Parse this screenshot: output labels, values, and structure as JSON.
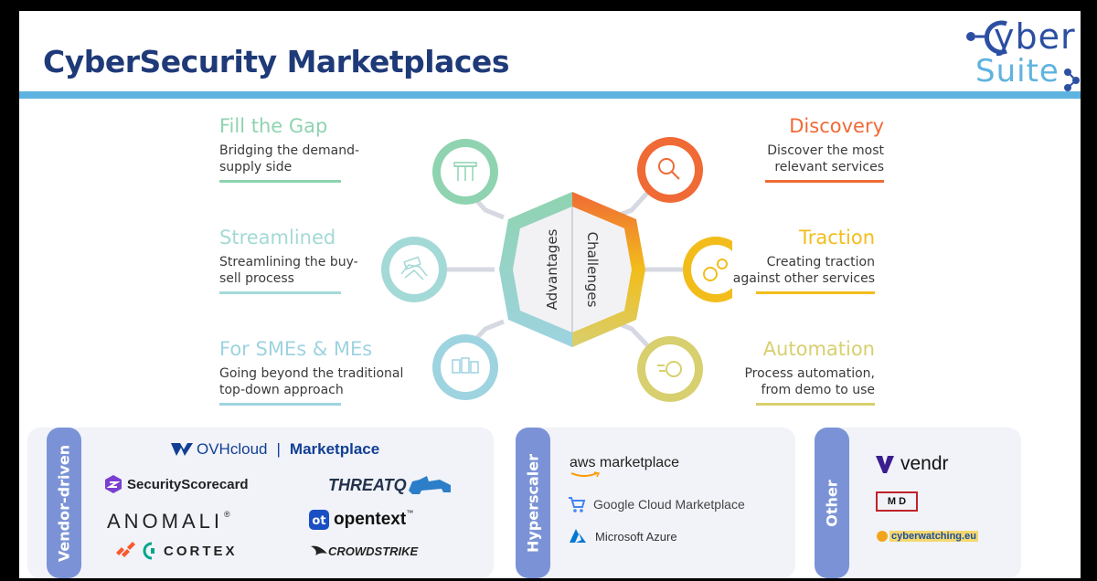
{
  "slide": {
    "title": "CyberSecurity Marketplaces",
    "logo": {
      "line1": "yber",
      "line2": "Suite",
      "mark1": "C",
      "mark2": "i"
    }
  },
  "colors": {
    "title": "#1f3a78",
    "accent_blue": "#5fb3e0",
    "green": "#8fd3b0",
    "teal": "#a3d9d6",
    "cyan": "#9ed3e0",
    "orange": "#f06a35",
    "yellow": "#f2bd1b",
    "olive": "#d8cf6e",
    "tab": "#7b93d6"
  },
  "hexagon": {
    "left_label": "Advantages",
    "right_label": "Challenges"
  },
  "advantages": [
    {
      "title": "Fill the Gap",
      "desc1": "Bridging the demand-",
      "desc2": "supply side",
      "icon": "network-icon"
    },
    {
      "title": "Streamlined",
      "desc1": "Streamlining the buy-",
      "desc2": "sell process",
      "icon": "handshake-icon"
    },
    {
      "title": "For SMEs & MEs",
      "desc1": "Going beyond the traditional",
      "desc2": "top-down approach",
      "icon": "buildings-icon"
    }
  ],
  "challenges": [
    {
      "title": "Discovery",
      "desc1": "Discover the most",
      "desc2": "relevant services",
      "icon": "magnifier-icon"
    },
    {
      "title": "Traction",
      "desc1": "Creating traction",
      "desc2": "against other services",
      "icon": "gears-icon"
    },
    {
      "title": "Automation",
      "desc1": "Process automation,",
      "desc2": "from demo to use",
      "icon": "speed-icon"
    }
  ],
  "panels": {
    "vendor": {
      "tab": "Vendor-driven",
      "ovh_name": "OVHcloud",
      "ovh_sep": "|",
      "ovh_market": "Marketplace",
      "securityscorecard": "SecurityScorecard",
      "threatq": "THREATQ",
      "anomali": "ANOMALI",
      "anomali_mark": "®",
      "opentext": "opentext",
      "opentext_mark": "™",
      "cortex": "CORTEX",
      "crowdstrike": "CROWDSTRIKE"
    },
    "hyperscaler": {
      "tab": "Hyperscaler",
      "aws": "aws marketplace",
      "google": "Google Cloud Marketplace",
      "azure": "Microsoft Azure"
    },
    "other": {
      "tab": "Other",
      "vendr": "vendr",
      "md": "M D",
      "cyberwatching": "cyberwatching.eu"
    }
  }
}
